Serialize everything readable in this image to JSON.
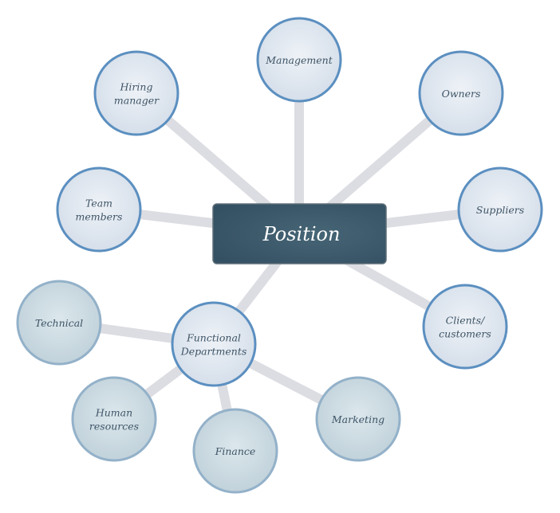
{
  "center": {
    "label": "Position"
  },
  "primary_nodes": [
    {
      "id": "management",
      "lines": [
        "Management"
      ]
    },
    {
      "id": "owners",
      "lines": [
        "Owners"
      ]
    },
    {
      "id": "suppliers",
      "lines": [
        "Suppliers"
      ]
    },
    {
      "id": "clients-customers",
      "lines": [
        "Clients/",
        "customers"
      ]
    },
    {
      "id": "hiring-manager",
      "lines": [
        "Hiring",
        "manager"
      ]
    },
    {
      "id": "team-members",
      "lines": [
        "Team",
        "members"
      ]
    },
    {
      "id": "functional-departments",
      "lines": [
        "Functional",
        "Departments"
      ]
    }
  ],
  "secondary_nodes": [
    {
      "id": "technical",
      "lines": [
        "Technical"
      ]
    },
    {
      "id": "human-resources",
      "lines": [
        "Human",
        "resources"
      ]
    },
    {
      "id": "finance",
      "lines": [
        "Finance"
      ]
    },
    {
      "id": "marketing",
      "lines": [
        "Marketing"
      ]
    }
  ],
  "colors": {
    "center_fill": "#3d5a6c",
    "primary_stroke": "#5b8fc0",
    "primary_fill": "#dde5ee",
    "secondary_stroke": "#93b1c9",
    "secondary_fill": "#cbd9e0",
    "connector": "#dcdde2",
    "text": "#3e5466"
  }
}
